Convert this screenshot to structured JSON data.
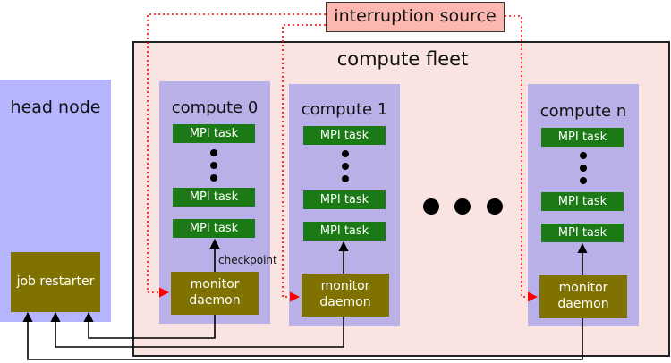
{
  "fleet": {
    "title": "compute fleet"
  },
  "head_node": {
    "title": "head node",
    "restarter_label": "job restarter"
  },
  "source": {
    "label": "interruption source"
  },
  "nodes": [
    {
      "title": "compute 0",
      "task_label": "MPI task",
      "daemon_line1": "monitor",
      "daemon_line2": "daemon"
    },
    {
      "title": "compute 1",
      "task_label": "MPI task",
      "daemon_line1": "monitor",
      "daemon_line2": "daemon"
    },
    {
      "title": "compute n",
      "task_label": "MPI task",
      "daemon_line1": "monitor",
      "daemon_line2": "daemon"
    }
  ],
  "checkpoint_label": "checkpoint",
  "colors": {
    "fleet_bg": "#f9e4e1",
    "head_bg": "#b4b4ff",
    "node_bg": "#b8b0e6",
    "task_bg": "#1c7a16",
    "daemon_bg": "#7f7200",
    "source_bg": "#fbb7b0",
    "signal_line": "#ff0000"
  }
}
